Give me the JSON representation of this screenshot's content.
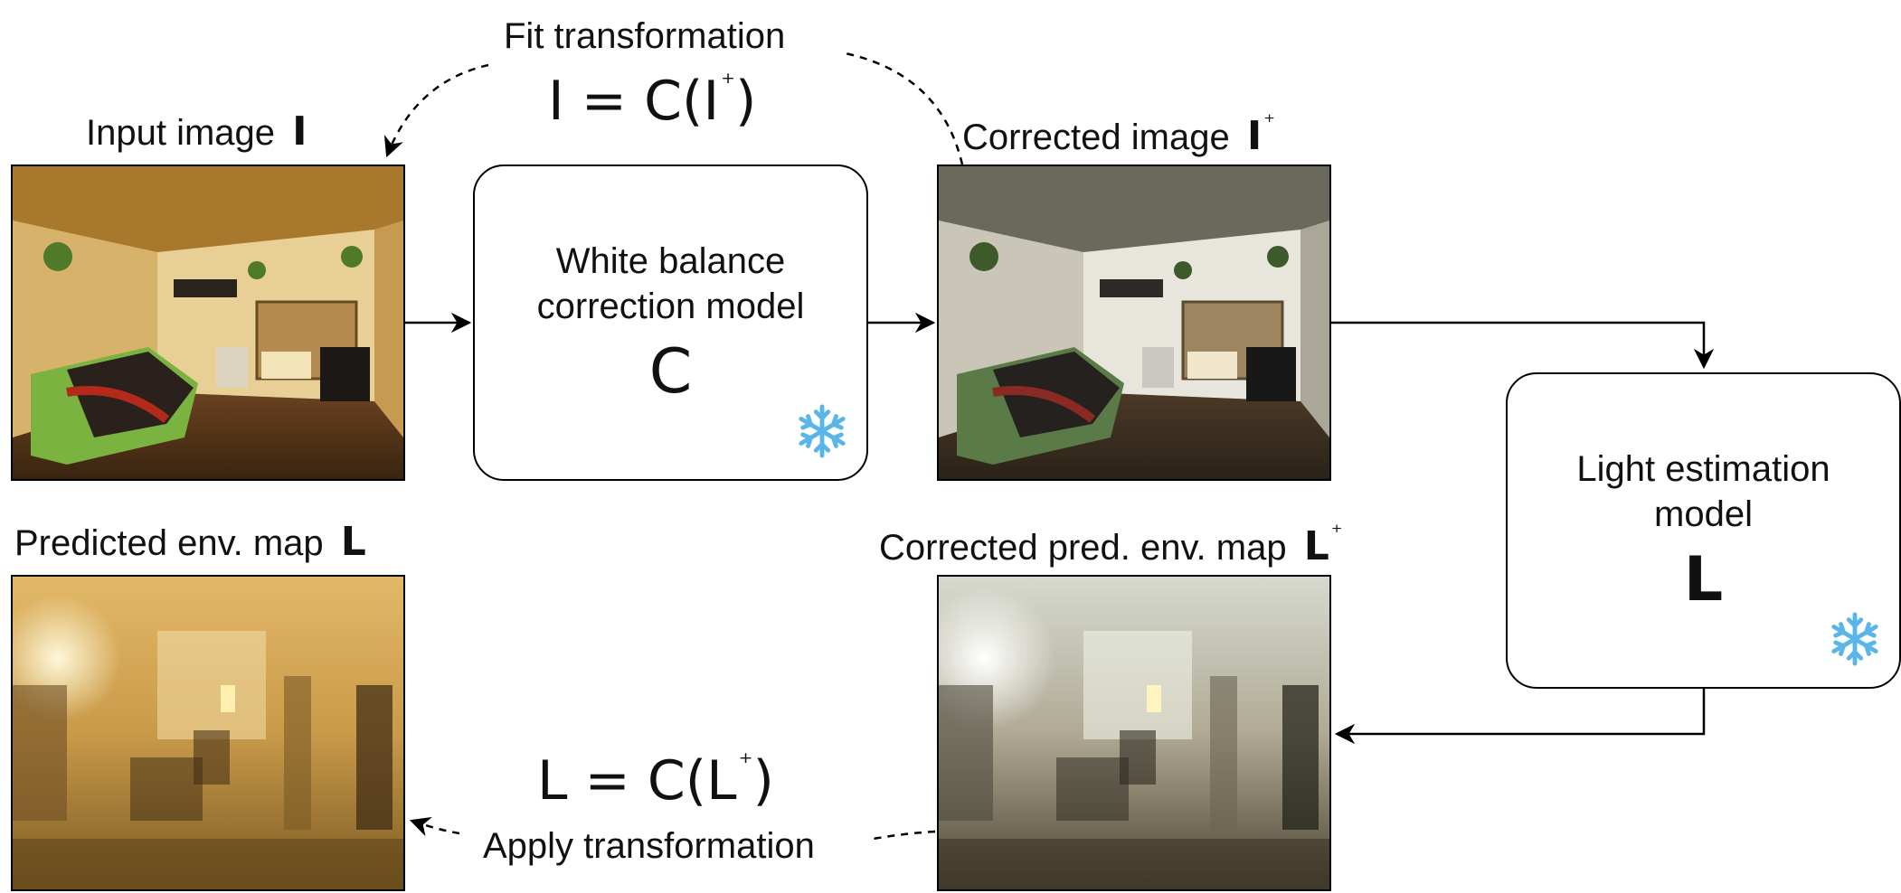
{
  "top": {
    "fit_label": "Fit transformation",
    "fit_formula": {
      "lhs": "I",
      "eq": " = C(",
      "arg": "I",
      "sup": "⁺",
      "close": ")"
    }
  },
  "input_image": {
    "label": "Input image",
    "symbol": "I"
  },
  "corrected_image": {
    "label": "Corrected image",
    "symbol": "I",
    "sup": "⁺"
  },
  "wb_model": {
    "line1": "White balance",
    "line2": "correction model",
    "symbol": "C",
    "icon": "snowflake-icon"
  },
  "light_model": {
    "line1": "Light estimation",
    "line2": "model",
    "symbol": "L",
    "icon": "snowflake-icon"
  },
  "predicted_env": {
    "label": "Predicted env. map",
    "symbol": "L"
  },
  "corrected_env": {
    "label": "Corrected pred. env. map",
    "symbol": "L",
    "sup": "⁺"
  },
  "bottom": {
    "apply_label": "Apply transformation",
    "apply_formula": {
      "lhs": "L",
      "eq": " = C(",
      "arg": "L",
      "sup": "⁺",
      "close": ")"
    }
  },
  "colors": {
    "snowflake": "#5ab6e8",
    "warm_tone": "#d9a441",
    "neutral_tone": "#8a8676"
  }
}
